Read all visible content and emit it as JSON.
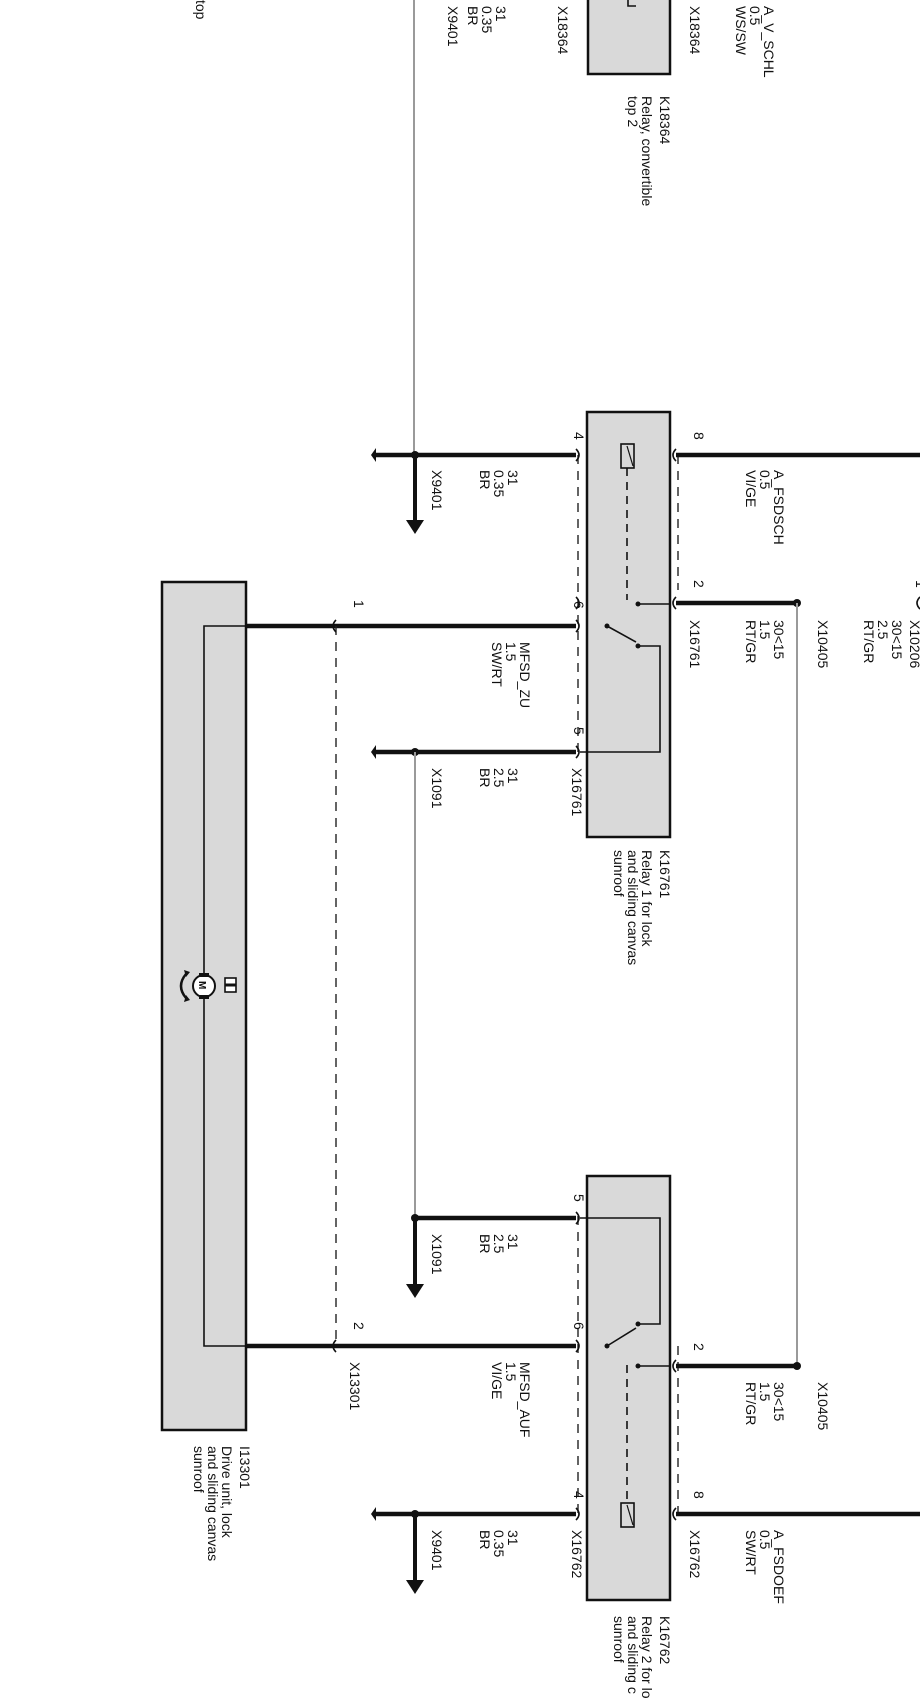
{
  "top_fragment": {
    "label": "top",
    "side_connector": "X9401",
    "side_wire": [
      "31",
      "0.35",
      "BR"
    ],
    "relay_pin_connector": "X18364",
    "relay_top_connector": "X18364",
    "relay_top_wire": [
      "A_V_SCHL",
      "0.5",
      "WS/SW"
    ],
    "relay_id": "K18364",
    "relay_desc": [
      "Relay, convertible",
      "top 2"
    ]
  },
  "relay1": {
    "id": "K16761",
    "desc": [
      "Relay 1 for lock",
      "and sliding canvas",
      "sunroof"
    ],
    "pins": {
      "p8": "8",
      "p4": "4",
      "p2": "2",
      "p6": "6",
      "p5": "5"
    },
    "pin4_wire": [
      "31",
      "0.35",
      "BR"
    ],
    "pin4_ground": "X9401",
    "pin8_wire": [
      "A_FSDSCH",
      "0.5",
      "VI/GE"
    ],
    "pin2_connector": "X16761",
    "pin2_wire": [
      "30<15",
      "1.5",
      "RT/GR"
    ],
    "pin2_splice": "X10405",
    "pin6_wire": [
      "MFSD_ZU",
      "1.5",
      "SW/RT"
    ],
    "pin5_wire": [
      "31",
      "2.5",
      "BR"
    ],
    "pin5_ground": "X1091",
    "pin5_connector": "X16761"
  },
  "supply": {
    "pin": "1",
    "connector": "X10206",
    "wire": [
      "30<15",
      "2.5",
      "RT/GR"
    ]
  },
  "relay2": {
    "id": "K16762",
    "desc": [
      "Relay 2 for lo",
      "and sliding c",
      "sunroof"
    ],
    "pins": {
      "p5": "5",
      "p6": "6",
      "p2": "2",
      "p4": "4",
      "p8": "8"
    },
    "pin5_wire": [
      "31",
      "2.5",
      "BR"
    ],
    "pin5_ground": "X1091",
    "pin6_wire": [
      "MFSD_AUF",
      "1.5",
      "VI/GE"
    ],
    "pin2_wire": [
      "30<15",
      "1.5",
      "RT/GR"
    ],
    "pin2_splice": "X10405",
    "pin4_wire": [
      "31",
      "0.35",
      "BR"
    ],
    "pin4_ground": "X9401",
    "pin4_connector": "X16762",
    "pin8_wire": [
      "A_FSDOEF",
      "0.5",
      "SW/RT"
    ],
    "pin8_connector": "X16762"
  },
  "drive_unit": {
    "id": "I13301",
    "desc": [
      "Drive unit, lock",
      "and sliding canvas",
      "sunroof"
    ],
    "pin1": "1",
    "pin2": "2",
    "connector": "X13301",
    "motor_symbol": "M"
  }
}
